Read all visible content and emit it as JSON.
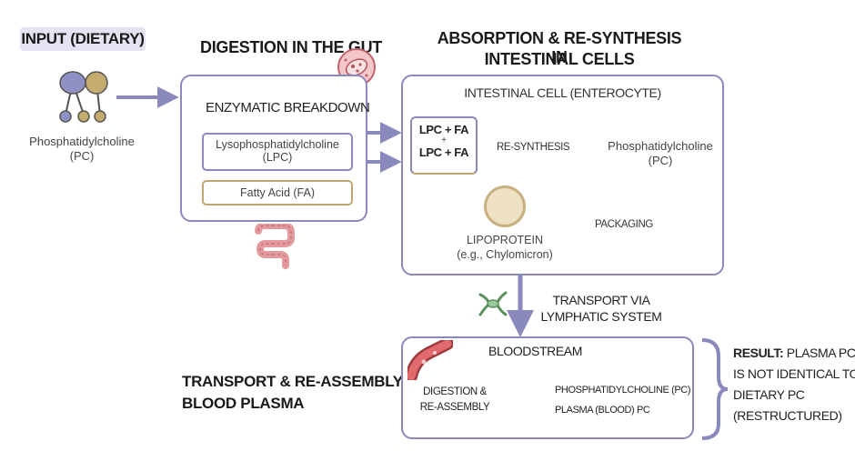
{
  "input": {
    "header": "INPUT (DIETARY)",
    "molecule_name": "Phosphatidylcholine",
    "molecule_abbr": "(PC)"
  },
  "digestion": {
    "header": "DIGESTION IN THE GUT",
    "subtitle": "ENZYMATIC BREAKDOWN",
    "lpc_name": "Lysophosphatidylcholine",
    "lpc_abbr": "(LPC)",
    "fa_label": "Fatty Acid (FA)"
  },
  "absorption": {
    "header_line1": "ABSORPTION & RE-SYNTHESIS IN",
    "header_line2": "INTESTINAL CELLS",
    "cell_label": "INTESTINAL CELL (ENTEROCYTE)",
    "lpc_fa_top": "LPC + FA",
    "plus": "+",
    "lpc_fa_bottom": "LPC + FA",
    "resynthesis_label": "RE-SYNTHESIS",
    "pc_name": "Phosphatidylcholine",
    "pc_abbr": "(PC)",
    "packaging_label": "PACKAGING",
    "lipoprotein_label": "LIPOPROTEIN",
    "lipoprotein_example": "(e.g., Chylomicron)"
  },
  "transport": {
    "label_line1": "TRANSPORT VIA",
    "label_line2": "LYMPHATIC SYSTEM"
  },
  "plasma": {
    "header_line1": "TRANSPORT & RE-ASSEMBLY IN",
    "header_line2": "BLOOD PLASMA",
    "bloodstream_label": "BLOODSTREAM",
    "digestion_line1": "DIGESTION &",
    "digestion_line2": "RE-ASSEMBLY",
    "result_line1": "PHOSPHATIDYLCHOLINE (PC)",
    "result_line2": "PLASMA (BLOOD) PC"
  },
  "result": {
    "label": "RESULT:",
    "line1_rest": " PLASMA PC",
    "line2": "IS NOT IDENTICAL TO",
    "line3": "DIETARY PC",
    "line4": "(RESTRUCTURED)"
  },
  "colors": {
    "accent": "#8a89bd",
    "fatty_acid": "#bfa673",
    "molecule_head": "#8f90c4",
    "molecule_tail": "#c6ab6e",
    "input_badge_bg": "#e3e3f2"
  },
  "icons": [
    "molecule-icon",
    "gut-microbe-icon",
    "intestine-icon",
    "lymph-node-icon",
    "blood-vessel-icon"
  ]
}
